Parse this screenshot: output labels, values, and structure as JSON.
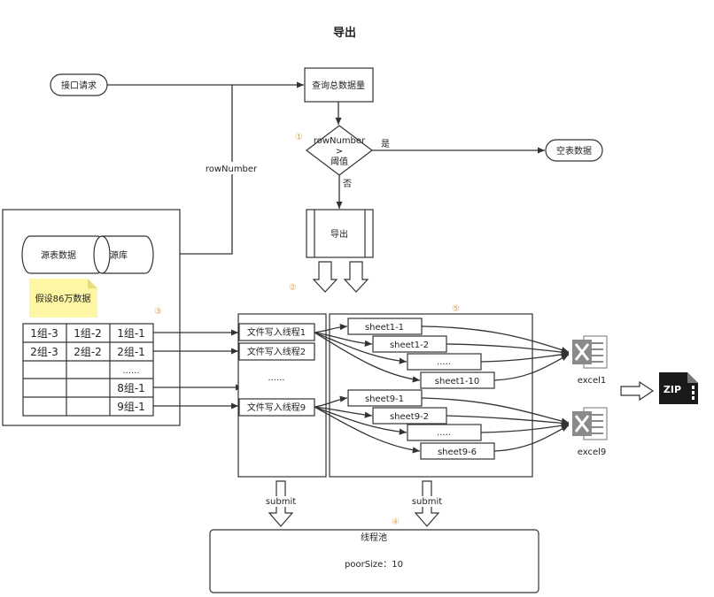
{
  "title": "导出",
  "nodes": {
    "api_request": "接口请求",
    "query_total": "查询总数据量",
    "decision_line1": "rowNumber",
    "decision_line2": ">",
    "decision_line3": "阈值",
    "empty_table": "空表数据",
    "export": "导出",
    "source_table": "源表数据",
    "source_db": "源库",
    "assumption_note": "假设86万数据",
    "thread_pool_title": "线程池",
    "pool_size": "poorSize：10"
  },
  "edge_labels": {
    "row_number": "rowNumber",
    "yes": "是",
    "no": "否",
    "submit_left": "submit",
    "submit_right": "submit"
  },
  "markers": {
    "m1": "①",
    "m2": "②",
    "m3": "③",
    "m4": "④",
    "m5": "⑤"
  },
  "table": {
    "rows": [
      [
        "1组-3",
        "1组-2",
        "1组-1"
      ],
      [
        "2组-3",
        "2组-2",
        "2组-1"
      ],
      [
        "",
        "",
        "......"
      ],
      [
        "",
        "",
        "8组-1"
      ],
      [
        "",
        "",
        "9组-1"
      ]
    ]
  },
  "threads": {
    "t1": "文件写入线程1",
    "t2": "文件写入线程2",
    "ellipsis": "......",
    "t9": "文件写入线程9"
  },
  "sheets_group1": [
    "sheet1-1",
    "sheet1-2",
    ".....",
    "sheet1-10"
  ],
  "sheets_group9": [
    "sheet9-1",
    "sheet9-2",
    ".....",
    "sheet9-6"
  ],
  "files": {
    "excel1": "excel1",
    "excel9": "excel9",
    "zip_label": "ZIP"
  },
  "icons": {
    "excel": "excel-file-icon",
    "zip": "zip-archive-icon"
  },
  "colors": {
    "note_yellow": "#fdf6a3",
    "marker_orange": "#e8a23a",
    "excel_gray": "#8a8a8a"
  }
}
